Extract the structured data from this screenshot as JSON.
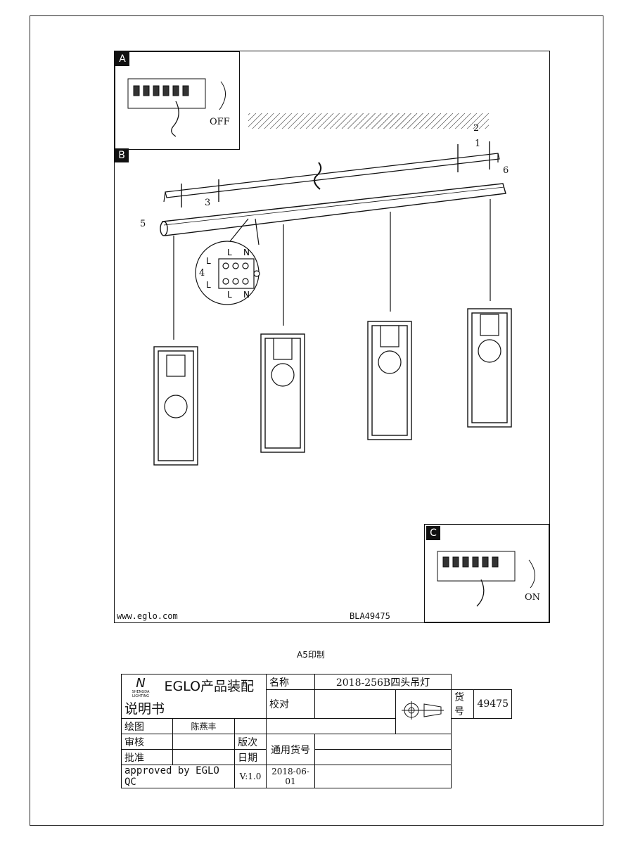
{
  "panel_a": {
    "badge": "A",
    "label": "OFF"
  },
  "panel_b": {
    "badge": "B"
  },
  "panel_c": {
    "badge": "C",
    "label": "ON"
  },
  "steps": [
    "1",
    "2",
    "3",
    "4",
    "5",
    "6"
  ],
  "terminal_labels": {
    "top": [
      "L",
      "L",
      "N"
    ],
    "bottom": [
      "L",
      "L",
      "N"
    ]
  },
  "website": "www.eglo.com",
  "drawing_code": "BLA49475",
  "print_note": "A5印制",
  "title_block": {
    "logo_text_1": "SHENGDA",
    "logo_text_2": "LIGHTING",
    "title": "EGLO产品装配说明书",
    "name_label": "名称",
    "name_value": "2018-256B四头吊灯",
    "item_no_label": "货号",
    "item_no_value": "49475",
    "proofread_label": "校对",
    "drawing_label": "绘图",
    "drawing_value": "陈燕丰",
    "review_label": "审核",
    "version_label": "版次",
    "version_value": "V:1.0",
    "general_label": "通用货号",
    "approve_label": "批准",
    "date_label": "日期",
    "date_value": "2018-06-01",
    "approved_by": "approved by EGLO QC"
  }
}
